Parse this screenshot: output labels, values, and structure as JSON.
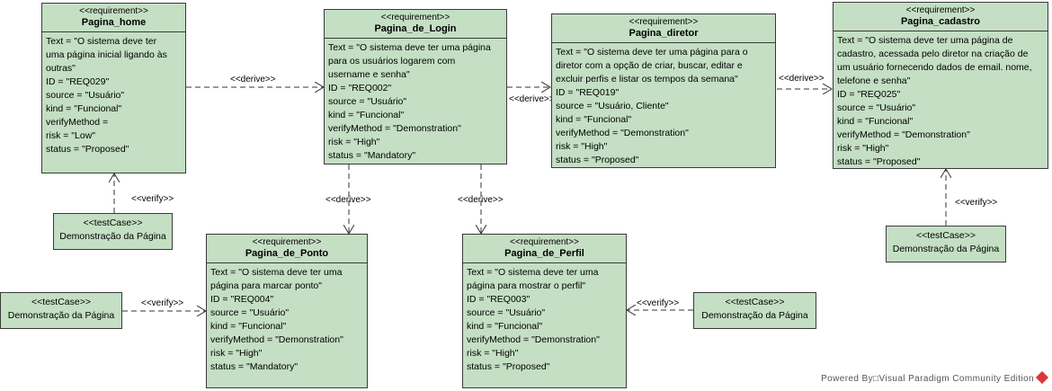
{
  "requirements": {
    "home": {
      "stereotype": "<<requirement>>",
      "name": "Pagina_home",
      "lines": [
        "Text = \"O sistema deve ter",
        "uma página inicial ligando às",
        "outras\"",
        "ID = \"REQ029\"",
        "source = \"Usuário\"",
        "kind = \"Funcional\"",
        "verifyMethod =",
        "risk = \"Low\"",
        "status = \"Proposed\""
      ]
    },
    "login": {
      "stereotype": "<<requirement>>",
      "name": "Pagina_de_Login",
      "lines": [
        "Text = \"O sistema deve ter uma página",
        "para os usuários logarem com",
        "username e senha\"",
        "ID = \"REQ002\"",
        "source = \"Usuário\"",
        "kind = \"Funcional\"",
        "verifyMethod = \"Demonstration\"",
        "risk = \"High\"",
        "status = \"Mandatory\""
      ]
    },
    "diretor": {
      "stereotype": "<<requirement>>",
      "name": "Pagina_diretor",
      "lines": [
        "Text = \"O sistema deve ter uma página para o",
        "diretor com a opção de criar, buscar, editar e",
        "excluir perfis e listar os tempos da semana\"",
        "ID = \"REQ019\"",
        "source = \"Usuário, Cliente\"",
        "kind = \"Funcional\"",
        "verifyMethod = \"Demonstration\"",
        "risk = \"High\"",
        "status = \"Proposed\""
      ]
    },
    "cadastro": {
      "stereotype": "<<requirement>>",
      "name": "Pagina_cadastro",
      "lines": [
        "Text = \"O sistema deve ter uma página de",
        "cadastro, acessada pelo diretor na criação de",
        "um usuário fornecendo dados de email. nome,",
        "telefone e senha\"",
        "ID = \"REQ025\"",
        "source = \"Usuário\"",
        "kind = \"Funcional\"",
        "verifyMethod = \"Demonstration\"",
        "risk = \"High\"",
        "status = \"Proposed\""
      ]
    },
    "ponto": {
      "stereotype": "<<requirement>>",
      "name": "Pagina_de_Ponto",
      "lines": [
        "Text = \"O sistema deve ter uma",
        "página para marcar ponto\"",
        "ID = \"REQ004\"",
        "source = \"Usuário\"",
        "kind = \"Funcional\"",
        "verifyMethod = \"Demonstration\"",
        "risk = \"High\"",
        "status = \"Mandatory\""
      ]
    },
    "perfil": {
      "stereotype": "<<requirement>>",
      "name": "Pagina_de_Perfil",
      "lines": [
        "Text = \"O sistema deve ter uma",
        "página para mostrar o perfil\"",
        "ID = \"REQ003\"",
        "source = \"Usuário\"",
        "kind = \"Funcional\"",
        "verifyMethod = \"Demonstration\"",
        "risk = \"High\"",
        "status = \"Proposed\""
      ]
    }
  },
  "testcases": {
    "home": {
      "stereotype": "<<testCase>>",
      "name": "Demonstração da Página"
    },
    "cadastro": {
      "stereotype": "<<testCase>>",
      "name": "Demonstração da Página"
    },
    "ponto": {
      "stereotype": "<<testCase>>",
      "name": "Demonstração da Página"
    },
    "perfil": {
      "stereotype": "<<testCase>>",
      "name": "Demonstração da Página"
    }
  },
  "relations": {
    "derive": "<<derive>>",
    "verify": "<<verify>>"
  },
  "footer": {
    "text": "Powered By□Visual Paradigm Community Edition",
    "logo_color": "#d9383a"
  },
  "colors": {
    "box_fill": "#c4dfc4",
    "border": "#3a3a3a"
  }
}
